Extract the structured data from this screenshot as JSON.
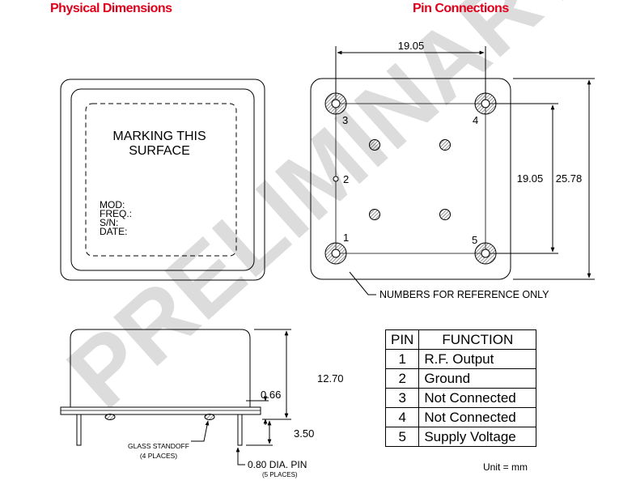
{
  "headers": {
    "physical": "Physical Dimensions",
    "pins": "Pin Connections"
  },
  "colors": {
    "header_red": "#e0001a",
    "watermark": "#dcdcdc",
    "hatch": "#666666"
  },
  "watermark": "PRELIMINARY",
  "top_view": {
    "marking_line1": "MARKING THIS",
    "marking_line2": "SURFACE",
    "mod": "MOD:",
    "freq": "FREQ.:",
    "sn": "S/N:",
    "date": "DATE:"
  },
  "side_view": {
    "height_total": "12.70",
    "body_gap": "0.66",
    "pin_length": "3.50",
    "standoff_label": "GLASS STANDOFF",
    "standoff_note": "(4 PLACES)",
    "pin_label": "0.80 DIA. PIN",
    "pin_note": "(5 PLACES)"
  },
  "pin_view": {
    "dim_top": "19.05",
    "dim_inner": "19.05",
    "dim_outer": "25.78",
    "pin1": "1",
    "pin2": "2",
    "pin3": "3",
    "pin4": "4",
    "pin5": "5",
    "reference_note": "NUMBERS FOR REFERENCE ONLY"
  },
  "table": {
    "headers": [
      "PIN",
      "FUNCTION"
    ],
    "rows": [
      {
        "pin": "1",
        "function": "R.F. Output"
      },
      {
        "pin": "2",
        "function": "Ground"
      },
      {
        "pin": "3",
        "function": "Not Connected"
      },
      {
        "pin": "4",
        "function": "Not Connected"
      },
      {
        "pin": "5",
        "function": "Supply Voltage"
      }
    ]
  },
  "unit_note": "Unit = mm"
}
